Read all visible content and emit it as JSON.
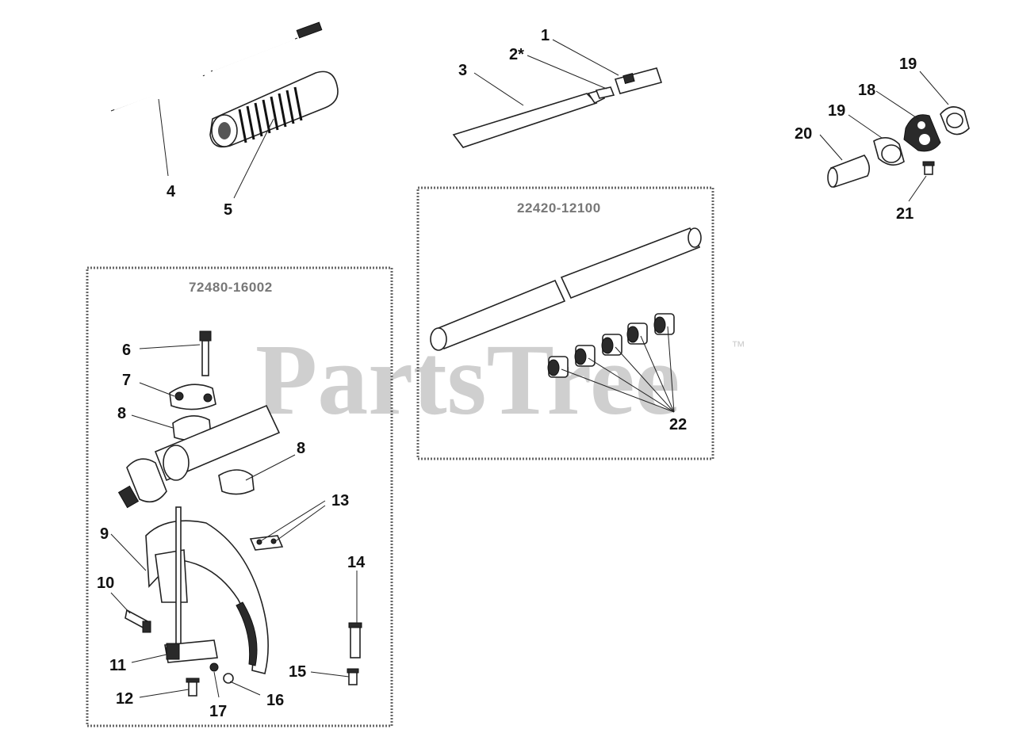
{
  "watermark": {
    "brand": "PartsTree",
    "trademark": "™"
  },
  "kits": [
    {
      "id": "kit-shaft",
      "number": "72480-16002"
    },
    {
      "id": "kit-tube",
      "number": "22420-12100"
    }
  ],
  "callouts": [
    {
      "id": "1",
      "label": "1"
    },
    {
      "id": "2",
      "label": "2*"
    },
    {
      "id": "3",
      "label": "3"
    },
    {
      "id": "4",
      "label": "4"
    },
    {
      "id": "5",
      "label": "5"
    },
    {
      "id": "6",
      "label": "6"
    },
    {
      "id": "7",
      "label": "7"
    },
    {
      "id": "8a",
      "label": "8"
    },
    {
      "id": "8b",
      "label": "8"
    },
    {
      "id": "9",
      "label": "9"
    },
    {
      "id": "10",
      "label": "10"
    },
    {
      "id": "11",
      "label": "11"
    },
    {
      "id": "12",
      "label": "12"
    },
    {
      "id": "13",
      "label": "13"
    },
    {
      "id": "14",
      "label": "14"
    },
    {
      "id": "15",
      "label": "15"
    },
    {
      "id": "16",
      "label": "16"
    },
    {
      "id": "17",
      "label": "17"
    },
    {
      "id": "18",
      "label": "18"
    },
    {
      "id": "19a",
      "label": "19"
    },
    {
      "id": "19b",
      "label": "19"
    },
    {
      "id": "20",
      "label": "20"
    },
    {
      "id": "21",
      "label": "21"
    },
    {
      "id": "22",
      "label": "22"
    }
  ]
}
